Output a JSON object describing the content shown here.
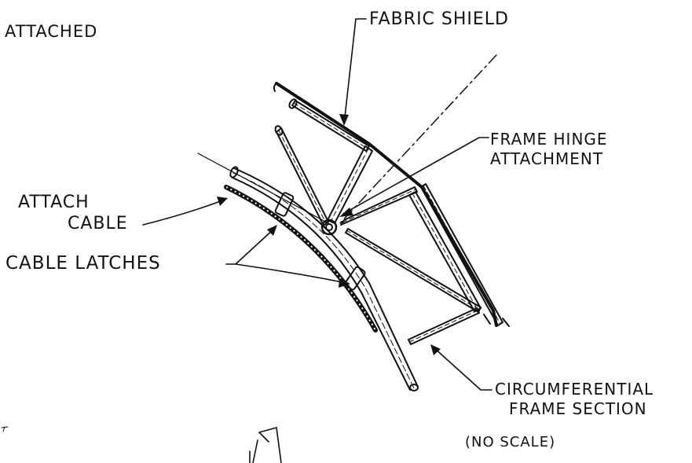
{
  "labels": {
    "attached": "ATTACHED",
    "fabric_shield": "FABRIC  SHIELD",
    "frame_hinge_line1": "FRAME HINGE",
    "frame_hinge_line2": "ATTACHMENT",
    "attach_line1": "ATTACH",
    "attach_line2": "CABLE",
    "cable_latches": "CABLE  LATCHES",
    "circumferential_line1": "CIRCUMFERENTIAL",
    "circumferential_line2": "FRAME SECTION",
    "no_scale": "(NO  SCALE)"
  }
}
